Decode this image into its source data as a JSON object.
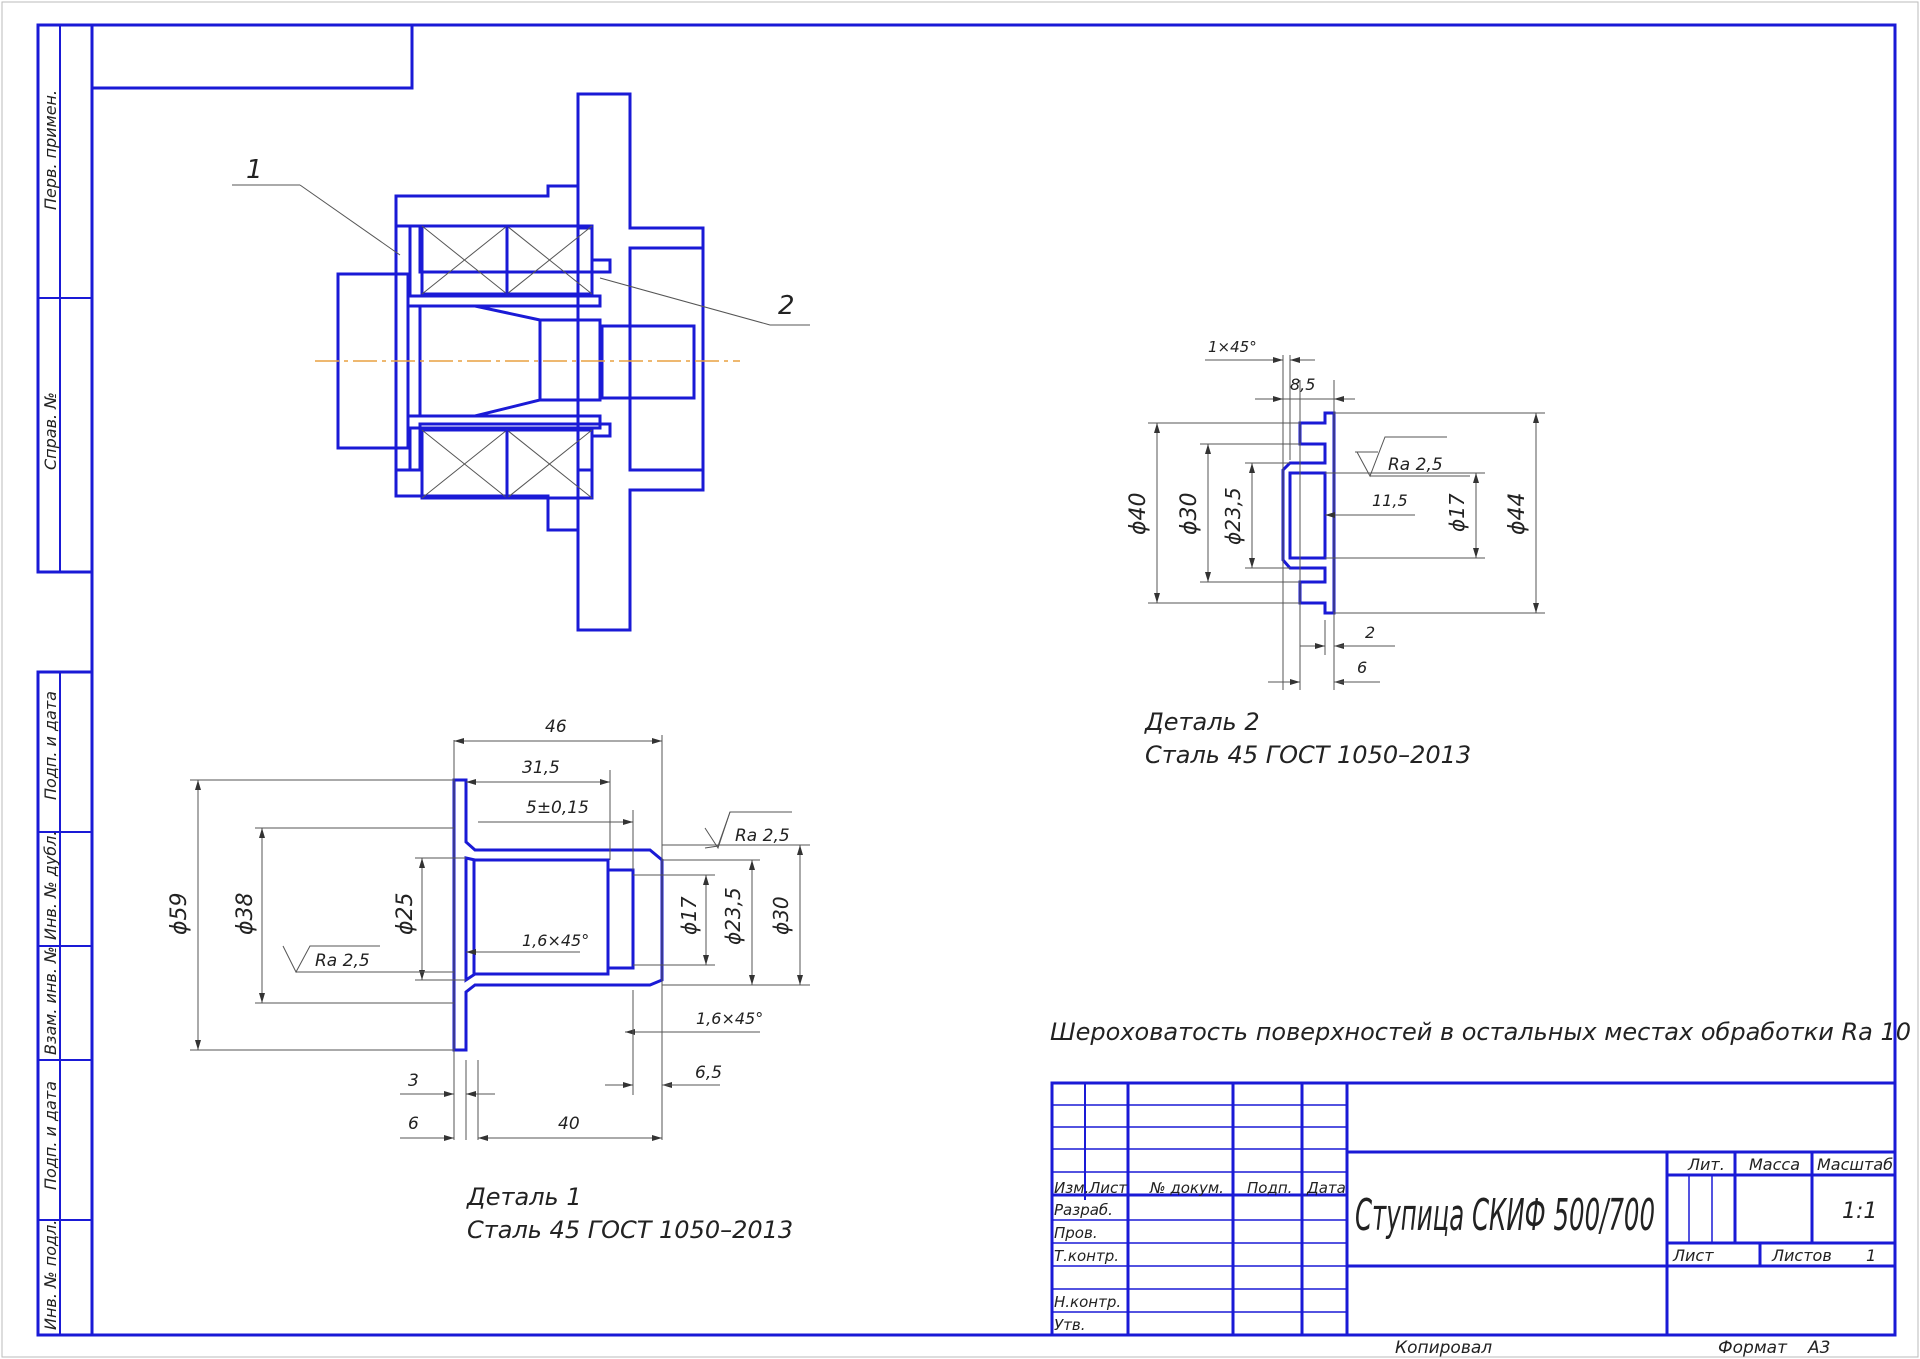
{
  "colors": {
    "frame": "#1a1ad6",
    "dim": "#555555",
    "axis": "#e8a040",
    "text": "#222222"
  },
  "side_stamps": [
    "Перв. примен.",
    "Справ. №",
    "Подп. и дата",
    "Инв. № дубл.",
    "Взам. инв. №",
    "Подп. и дата",
    "Инв. № подл."
  ],
  "assembly": {
    "callout_1": "1",
    "callout_2": "2"
  },
  "detail1": {
    "title": "Деталь 1",
    "material": "Сталь 45 ГОСТ 1050–2013",
    "dims": {
      "d59": "ϕ59",
      "d38": "ϕ38",
      "d25": "ϕ25",
      "d17": "ϕ17",
      "d235": "ϕ23,5",
      "d30": "ϕ30",
      "l46": "46",
      "l315": "31,5",
      "l5": "5±0,15",
      "ch1": "1,6×45°",
      "ch2": "1,6×45°",
      "l65": "6,5",
      "l3": "3",
      "l6": "6",
      "l40": "40",
      "ra1": "Ra 2,5",
      "ra2": "Ra 2,5"
    }
  },
  "detail2": {
    "title": "Деталь 2",
    "material": "Сталь 45 ГОСТ 1050–2013",
    "dims": {
      "ch": "1×45°",
      "l85": "8,5",
      "d40": "ϕ40",
      "d30": "ϕ30",
      "d235": "ϕ23,5",
      "l115": "11,5",
      "d17": "ϕ17",
      "d44": "ϕ44",
      "l2": "2",
      "l6": "6",
      "ra": "Ra 2,5"
    }
  },
  "roughness_note": "Шероховатость поверхностей в остальных местах обработки Ra 10",
  "title_block": {
    "cols": [
      "Изм.",
      "Лист",
      "№ докум.",
      "Подп.",
      "Дата"
    ],
    "rows": [
      "Разраб.",
      "Пров.",
      "Т.контр.",
      "Н.контр.",
      "Утв."
    ],
    "designation": "Ступица СКИФ 500/700",
    "lit": "Лит.",
    "mass": "Масса",
    "scale": "Масштаб",
    "scale_value": "1:1",
    "sheet": "Лист",
    "sheets": "Листов",
    "sheets_value": "1"
  },
  "footer": {
    "copied": "Копировал",
    "format": "Формат",
    "format_value": "А3"
  }
}
